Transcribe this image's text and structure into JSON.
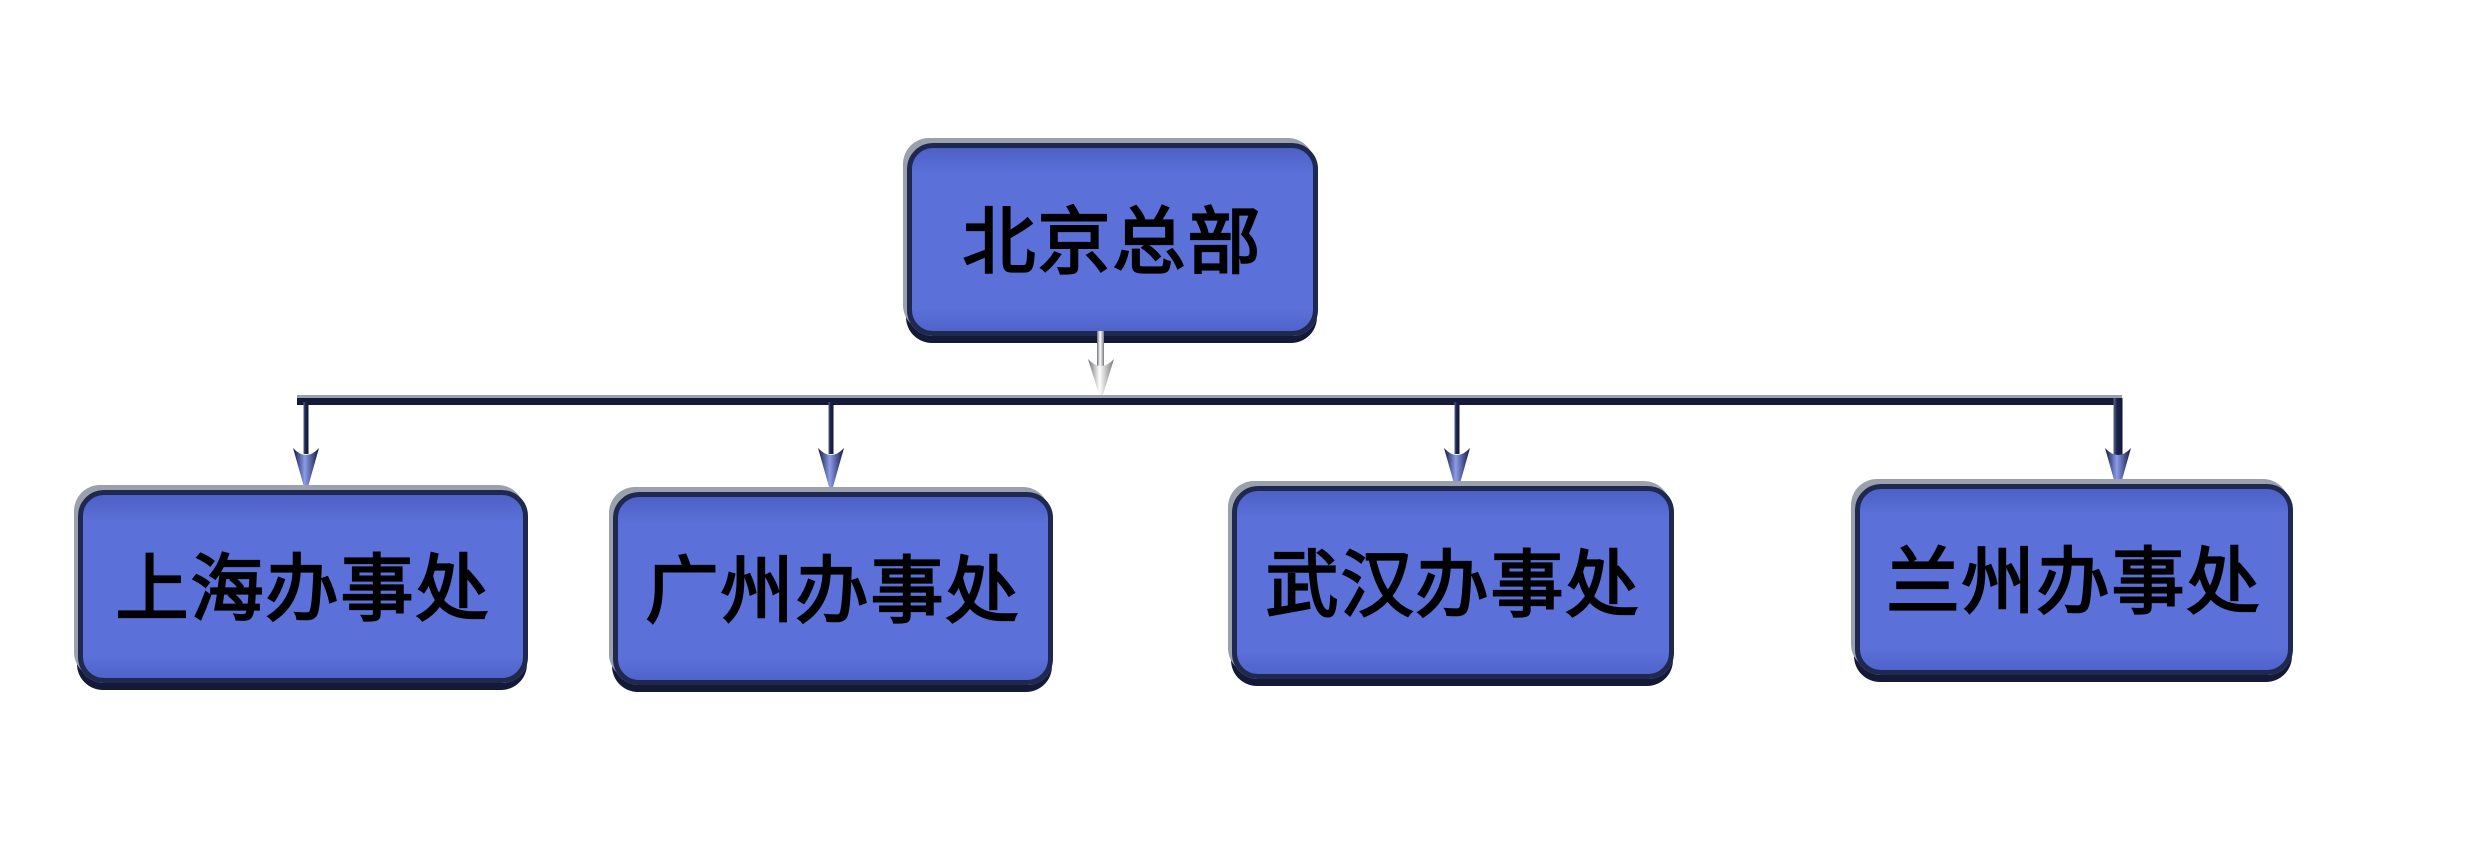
{
  "org_chart": {
    "root": {
      "label": "北京总部"
    },
    "children": [
      {
        "label": "上海办事处"
      },
      {
        "label": "广州办事处"
      },
      {
        "label": "武汉办事处"
      },
      {
        "label": "兰州办事处"
      }
    ]
  },
  "connectors": {
    "trunk_arrow_icon": "silver-down-arrow",
    "branch_arrow_icon": "navy-down-arrow",
    "rail": "horizontal-rail"
  },
  "colors": {
    "node_fill": "#5b70d8",
    "node_fill_top": "#4c60c6",
    "node_border": "#1f2950",
    "bevel_gray": "#9aa0ac",
    "shadow_dark": "#141a36",
    "connector_navy": "#141b3a",
    "arrow_silver_light": "#ffffff",
    "arrow_silver_dark": "#6f6f74",
    "arrow_navy_light": "#8b9cea",
    "arrow_navy_dark": "#10173a",
    "background": "#ffffff",
    "text": "#000000"
  }
}
